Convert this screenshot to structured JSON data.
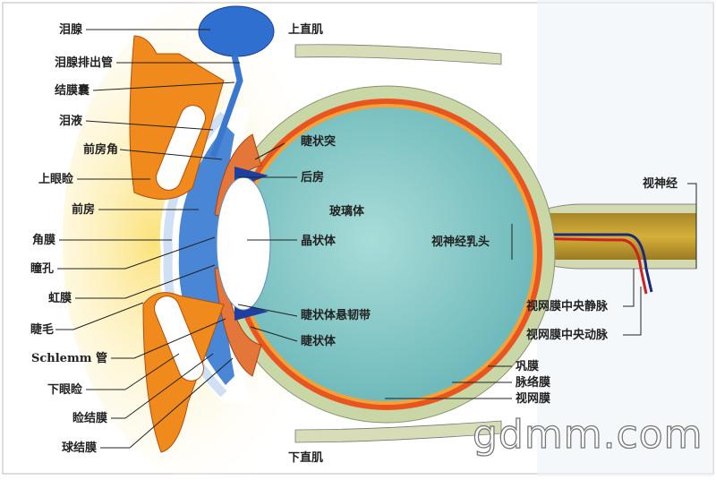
{
  "title": "眼球结构示意图",
  "labels_left": {
    "lacrimal_gland": "泪腺",
    "lacrimal_duct": "泪腺排出管",
    "conjunctival_sac": "结膜囊",
    "tears": "泪液",
    "anterior_chamber_angle": "前房角",
    "upper_eyelid": "上眼睑",
    "anterior_chamber": "前房",
    "cornea": "角膜",
    "pupil": "瞳孔",
    "iris": "虹膜",
    "eyelash": "睫毛",
    "schlemm_canal": "Schlemm 管",
    "lower_eyelid": "下眼睑",
    "palpebral_conjunctiva": "睑结膜",
    "bulbar_conjunctiva": "球结膜"
  },
  "labels_center": {
    "superior_rectus": "上直肌",
    "ciliary_process": "睫状突",
    "posterior_chamber": "后房",
    "vitreous_body": "玻璃体",
    "lens": "晶状体",
    "zonule": "睫状体悬韧带",
    "ciliary_body": "睫状体",
    "inferior_rectus": "下直肌"
  },
  "labels_right": {
    "optic_nerve": "视神经",
    "optic_disc": "视神经乳头",
    "central_retinal_vein": "视网膜中央静脉",
    "central_retinal_artery": "视网膜中央动脉",
    "sclera": "巩膜",
    "choroid": "脉络膜",
    "retina": "视网膜"
  },
  "watermark": "gdmm.com",
  "colors": {
    "vitreous": "#7fc4c4",
    "sclera": "#c9d6a6",
    "choroid": "#e8551e",
    "cornea": "#4a86d6",
    "lid_orange": "#f08a1c",
    "background_yellow": "#fbe27a"
  }
}
